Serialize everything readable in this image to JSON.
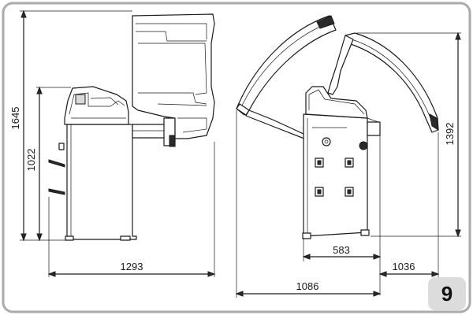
{
  "dimensions": {
    "side_total_height": "1645",
    "side_body_height": "1022",
    "side_total_width": "1293",
    "front_hood_open_height": "1392",
    "front_base_width": "583",
    "front_hood_right_width": "1036",
    "front_total_width": "1086"
  },
  "page_number": "9",
  "colors": {
    "frame_border": "#aaaaaa",
    "badge_background": "#dcdcdc",
    "line": "#1a1a1a"
  }
}
